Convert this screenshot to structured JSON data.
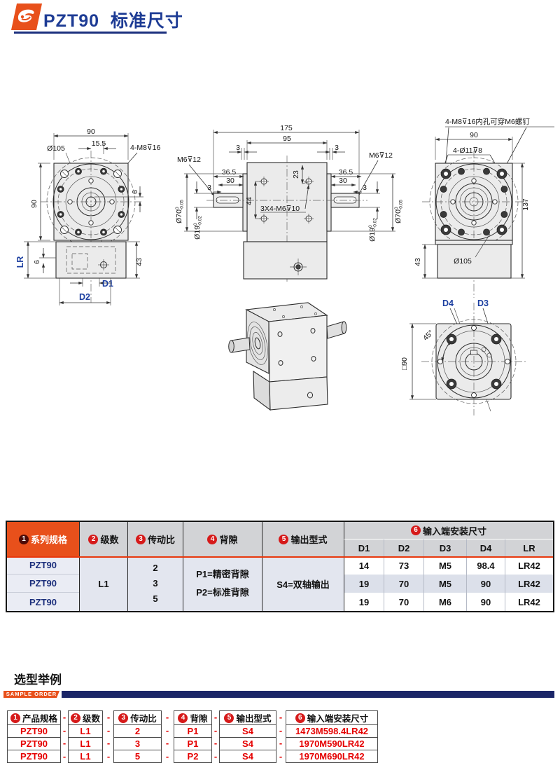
{
  "header": {
    "title": "PZT90  标准尺寸"
  },
  "drawings": {
    "front": {
      "dim_width_top": "90",
      "dim_bolt_circle": "Ø105",
      "dim_offset": "15.5",
      "dim_corner_tap": "4-M8⊽16",
      "dim_height_left": "90",
      "dim_key_offset": "6",
      "dim_lr": "LR",
      "dim_block_offset": "6",
      "dim_block_height": "43",
      "dim_d1": "D1",
      "dim_d2": "D2"
    },
    "side": {
      "dim_total_length": "175",
      "dim_body_width": "95",
      "dim_gap_left": "3",
      "dim_gap_right": "3",
      "tap_shaft_left": "M6⊽12",
      "tap_shaft_right": "M6⊽12",
      "dim_left_365": "36.5",
      "dim_left_30": "30",
      "dim_left_3": "3",
      "dim_right_365": "36.5",
      "dim_right_30": "30",
      "dim_right_3": "3",
      "dia_boss_left": "Ø70",
      "tol_boss_top": "0",
      "tol_boss_bot": "-0.05",
      "dia_shaft_left": "Ø19",
      "tol_shaft_top": "0",
      "tol_shaft_bot": "-0.02",
      "dia_shaft_right": "Ø19",
      "dia_boss_right": "Ø70",
      "dim_23": "23",
      "dim_44": "44",
      "tap_face": "3X4-M6⊽10"
    },
    "input": {
      "note_top": "4-M8⊽16内孔可穿M6螺钉",
      "dim_width_top": "90",
      "dim_cbore": "4-Ø11⊽8",
      "dim_height_right": "137",
      "dim_block_height": "43",
      "dim_bolt_circle": "Ø105"
    },
    "rear": {
      "label_d4": "D4",
      "label_d3": "D3",
      "dim_angle": "45°",
      "dim_square": "□90"
    }
  },
  "spec_table": {
    "headers": [
      {
        "num": "1",
        "label": "系列规格"
      },
      {
        "num": "2",
        "label": "级数"
      },
      {
        "num": "3",
        "label": "传动比"
      },
      {
        "num": "4",
        "label": "背隙"
      },
      {
        "num": "5",
        "label": "输出型式"
      },
      {
        "num": "6",
        "label": "输入端安装尺寸"
      }
    ],
    "subheaders": [
      "D1",
      "D2",
      "D3",
      "D4",
      "LR"
    ],
    "series": [
      "PZT90",
      "PZT90",
      "PZT90"
    ],
    "stage": "L1",
    "ratios": [
      "2",
      "3",
      "5"
    ],
    "backlash": [
      "P1=精密背隙",
      "P2=标准背隙"
    ],
    "output": "S4=双轴输出",
    "mount": [
      [
        "14",
        "73",
        "M5",
        "98.4",
        "LR42"
      ],
      [
        "19",
        "70",
        "M5",
        "90",
        "LR42"
      ],
      [
        "19",
        "70",
        "M6",
        "90",
        "LR42"
      ]
    ]
  },
  "sample": {
    "title": "选型举例",
    "tag": "SAMPLE ORDER",
    "dash": "-",
    "columns": [
      {
        "num": "1",
        "label": "产品规格",
        "values": [
          "PZT90",
          "PZT90",
          "PZT90"
        ]
      },
      {
        "num": "2",
        "label": "级数",
        "values": [
          "L1",
          "L1",
          "L1"
        ]
      },
      {
        "num": "3",
        "label": "传动比",
        "values": [
          "2",
          "3",
          "5"
        ]
      },
      {
        "num": "4",
        "label": "背隙",
        "values": [
          "P1",
          "P1",
          "P2"
        ]
      },
      {
        "num": "5",
        "label": "输出型式",
        "values": [
          "S4",
          "S4",
          "S4"
        ]
      },
      {
        "num": "6",
        "label": "输入端安装尺寸",
        "values": [
          "1473M598.4LR42",
          "1970M590LR42",
          "1970M690LR42"
        ]
      }
    ]
  },
  "colors": {
    "accent_orange": "#E8501B",
    "navy": "#1B2668",
    "title_blue": "#1D3B94",
    "dim_blue": "#1C3FA0",
    "red_line": "#E8380D",
    "sample_red": "#E50000"
  }
}
